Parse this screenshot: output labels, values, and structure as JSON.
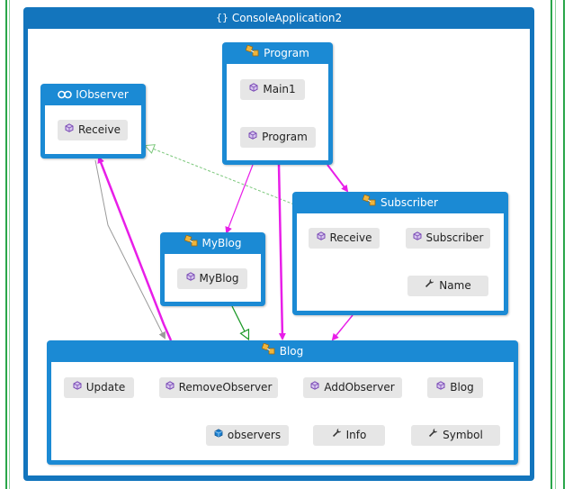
{
  "diagram": {
    "title": "ConsoleApplication2",
    "groups": {
      "iobserver": {
        "title": "IObserver",
        "members": {
          "receive": "Receive"
        }
      },
      "program": {
        "title": "Program",
        "members": {
          "main1": "Main1",
          "program": "Program"
        }
      },
      "subscriber": {
        "title": "Subscriber",
        "members": {
          "receive": "Receive",
          "subscriber": "Subscriber",
          "name": "Name"
        }
      },
      "myblog": {
        "title": "MyBlog",
        "members": {
          "myblog": "MyBlog"
        }
      },
      "blog": {
        "title": "Blog",
        "members": {
          "update": "Update",
          "removeobserver": "RemoveObserver",
          "addobserver": "AddObserver",
          "blog": "Blog",
          "observers": "observers",
          "info": "Info",
          "symbol": "Symbol"
        }
      }
    },
    "colors": {
      "container": "#1375bd",
      "group_header": "#1b8ad4",
      "node_fill": "#e6e6e6",
      "call_edge": "#e81ee8",
      "field_access_edge": "#1a9bd8",
      "inheritance_edge": "#1f9a2a",
      "implements_edge": "#7ac77a",
      "reference_edge": "#9a9a9a"
    }
  }
}
